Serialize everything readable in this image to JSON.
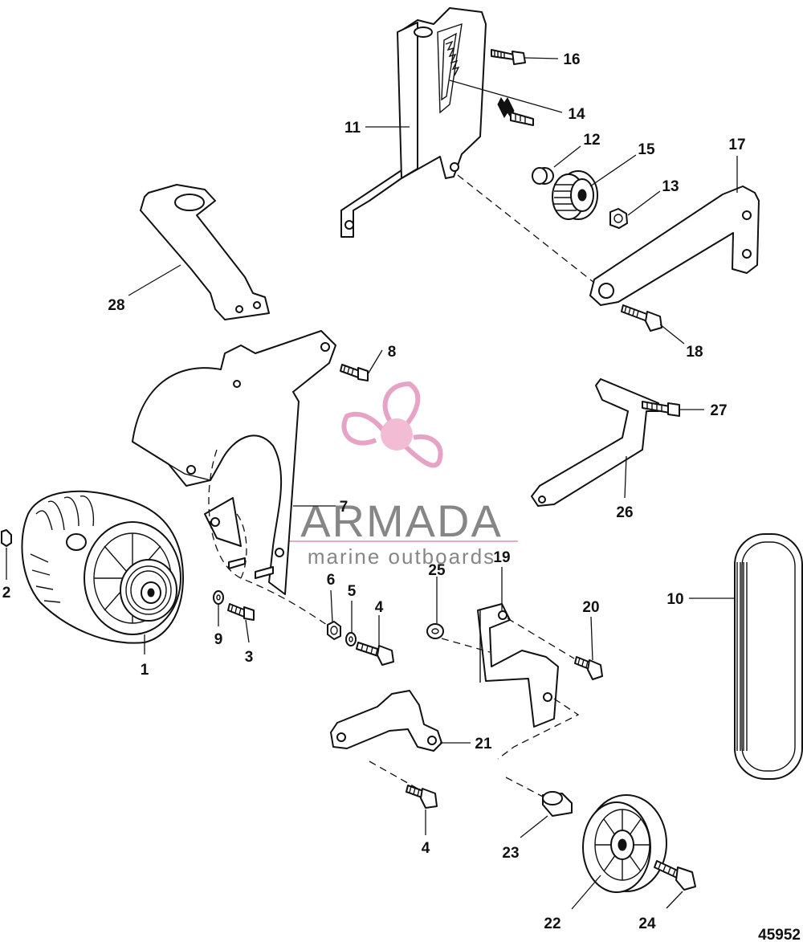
{
  "figure_number": "45952",
  "watermark": {
    "brand": "ARMADA",
    "tagline": "marine outboards",
    "accent_color": "#e8a0c4",
    "text_color": "#7a7a7a"
  },
  "callouts": [
    "1",
    "2",
    "3",
    "4",
    "4",
    "5",
    "6",
    "7",
    "8",
    "9",
    "10",
    "11",
    "12",
    "13",
    "14",
    "15",
    "16",
    "17",
    "18",
    "19",
    "20",
    "21",
    "22",
    "23",
    "24",
    "25",
    "26",
    "27",
    "28"
  ],
  "parts": [
    "alternator",
    "nut",
    "screw",
    "screw-lower",
    "washer",
    "nut-small",
    "alternator-bracket",
    "bolt",
    "lock-washer",
    "drive-belt",
    "adjusting-bracket",
    "spacer",
    "nut-idler",
    "bolt-toothed",
    "idler-pulley",
    "bolt-top",
    "brace",
    "bolt-brace",
    "mounting-bracket",
    "bolt-mount",
    "strap",
    "idler-pulley-lower",
    "spacer-lower",
    "bolt-lower",
    "washer-lower",
    "brace-rod",
    "bolt-rod",
    "support-bracket"
  ]
}
